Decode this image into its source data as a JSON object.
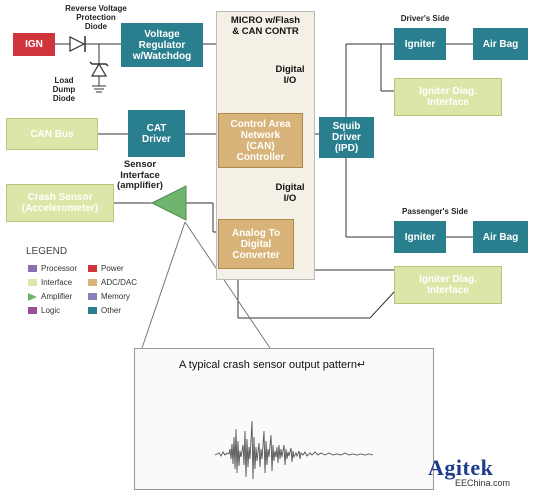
{
  "diagram": {
    "blocks": {
      "ign": "IGN",
      "voltage_regulator": "Voltage\nRegulator\nw/Watchdog",
      "can_bus": "CAN Bus",
      "cat_driver": "CAT\nDriver",
      "crash_sensor": "Crash Sensor\n(Accelerometer)",
      "micro_title": "MICRO w/Flash\n& CAN CONTR",
      "digital_io_top": "Digital\nI/O",
      "digital_io_bottom": "Digital\nI/O",
      "can_controller": "Control Area\nNetwork\n(CAN)\nController",
      "adc": "Analog To\nDigital\nConverter",
      "squib_driver": "Squib\nDriver\n(IPD)",
      "igniter_top": "Igniter",
      "airbag_top": "Air Bag",
      "igniter_diag_top": "Igniter Diag.\nInterface",
      "igniter_bottom": "Igniter",
      "airbag_bottom": "Air Bag",
      "igniter_diag_bottom": "Igniter Diag.\nInterface"
    },
    "labels": {
      "reverse_voltage": "Reverse Voltage\nProtection\nDiode",
      "load_dump": "Load\nDump\nDiode",
      "sensor_interface": "Sensor\nInterface\n(amplifier)",
      "drivers_side": "Driver's Side",
      "passengers_side": "Passenger's Side"
    },
    "legend": {
      "title": "LEGEND",
      "items": [
        {
          "label": "Processor",
          "color": "#8a6fb0"
        },
        {
          "label": "Power",
          "color": "#d0353e"
        },
        {
          "label": "Interface",
          "color": "#dde6a8"
        },
        {
          "label": "ADC/DAC",
          "color": "#d9b47a"
        },
        {
          "label": "Amplifier",
          "color": "#6fb56f"
        },
        {
          "label": "Memory",
          "color": "#8a7fb8"
        },
        {
          "label": "Logic",
          "color": "#9a4f9a"
        },
        {
          "label": "Other",
          "color": "#2a7f8f"
        }
      ]
    },
    "inset": {
      "caption": "A typical crash sensor output pattern↵"
    }
  },
  "logo": "Agitek",
  "watermark": "EEChina.com"
}
